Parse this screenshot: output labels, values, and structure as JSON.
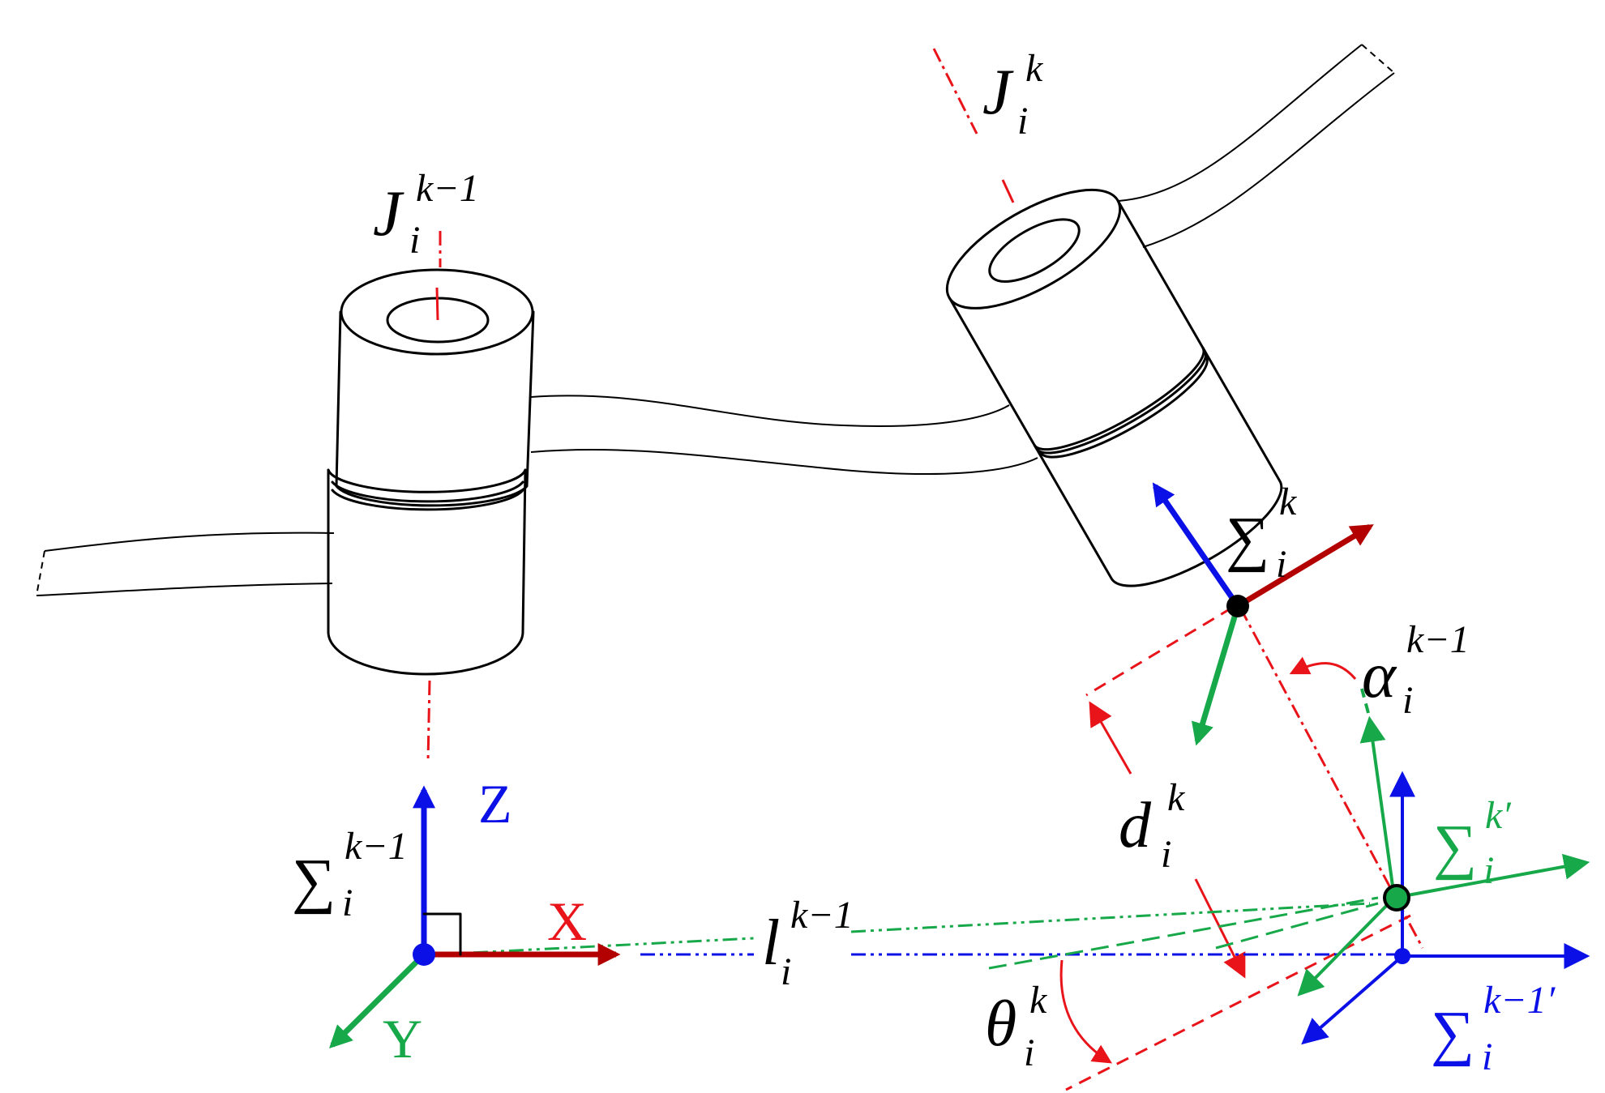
{
  "labels": {
    "joint_top": {
      "main": "J",
      "sup": "k",
      "sub": "i"
    },
    "joint_left": {
      "main": "J",
      "sup": "k−1",
      "sub": "i"
    },
    "frame_top": {
      "main": "∑",
      "sup": "k",
      "sub": "i"
    },
    "frame_origin": {
      "main": "∑",
      "sup": "k−1",
      "sub": "i"
    },
    "alpha": {
      "main": "α",
      "sup": "k−1",
      "sub": "i"
    },
    "d": {
      "main": "d",
      "sup": "k",
      "sub": "i"
    },
    "l": {
      "main": "l",
      "sup": "k−1",
      "sub": "i"
    },
    "theta": {
      "main": "θ",
      "sup": "k",
      "sub": "i"
    },
    "frame_green": {
      "main": "∑",
      "sup": "k′",
      "sub": "i"
    },
    "frame_blue": {
      "main": "∑",
      "sup": "k−1′",
      "sub": "i"
    }
  },
  "axes": {
    "z": "Z",
    "x": "X",
    "y": "Y"
  },
  "colors": {
    "red": "#e8141a",
    "darkred": "#b30000",
    "blue": "#0a10e6",
    "green": "#17a84a",
    "black": "#000000"
  }
}
